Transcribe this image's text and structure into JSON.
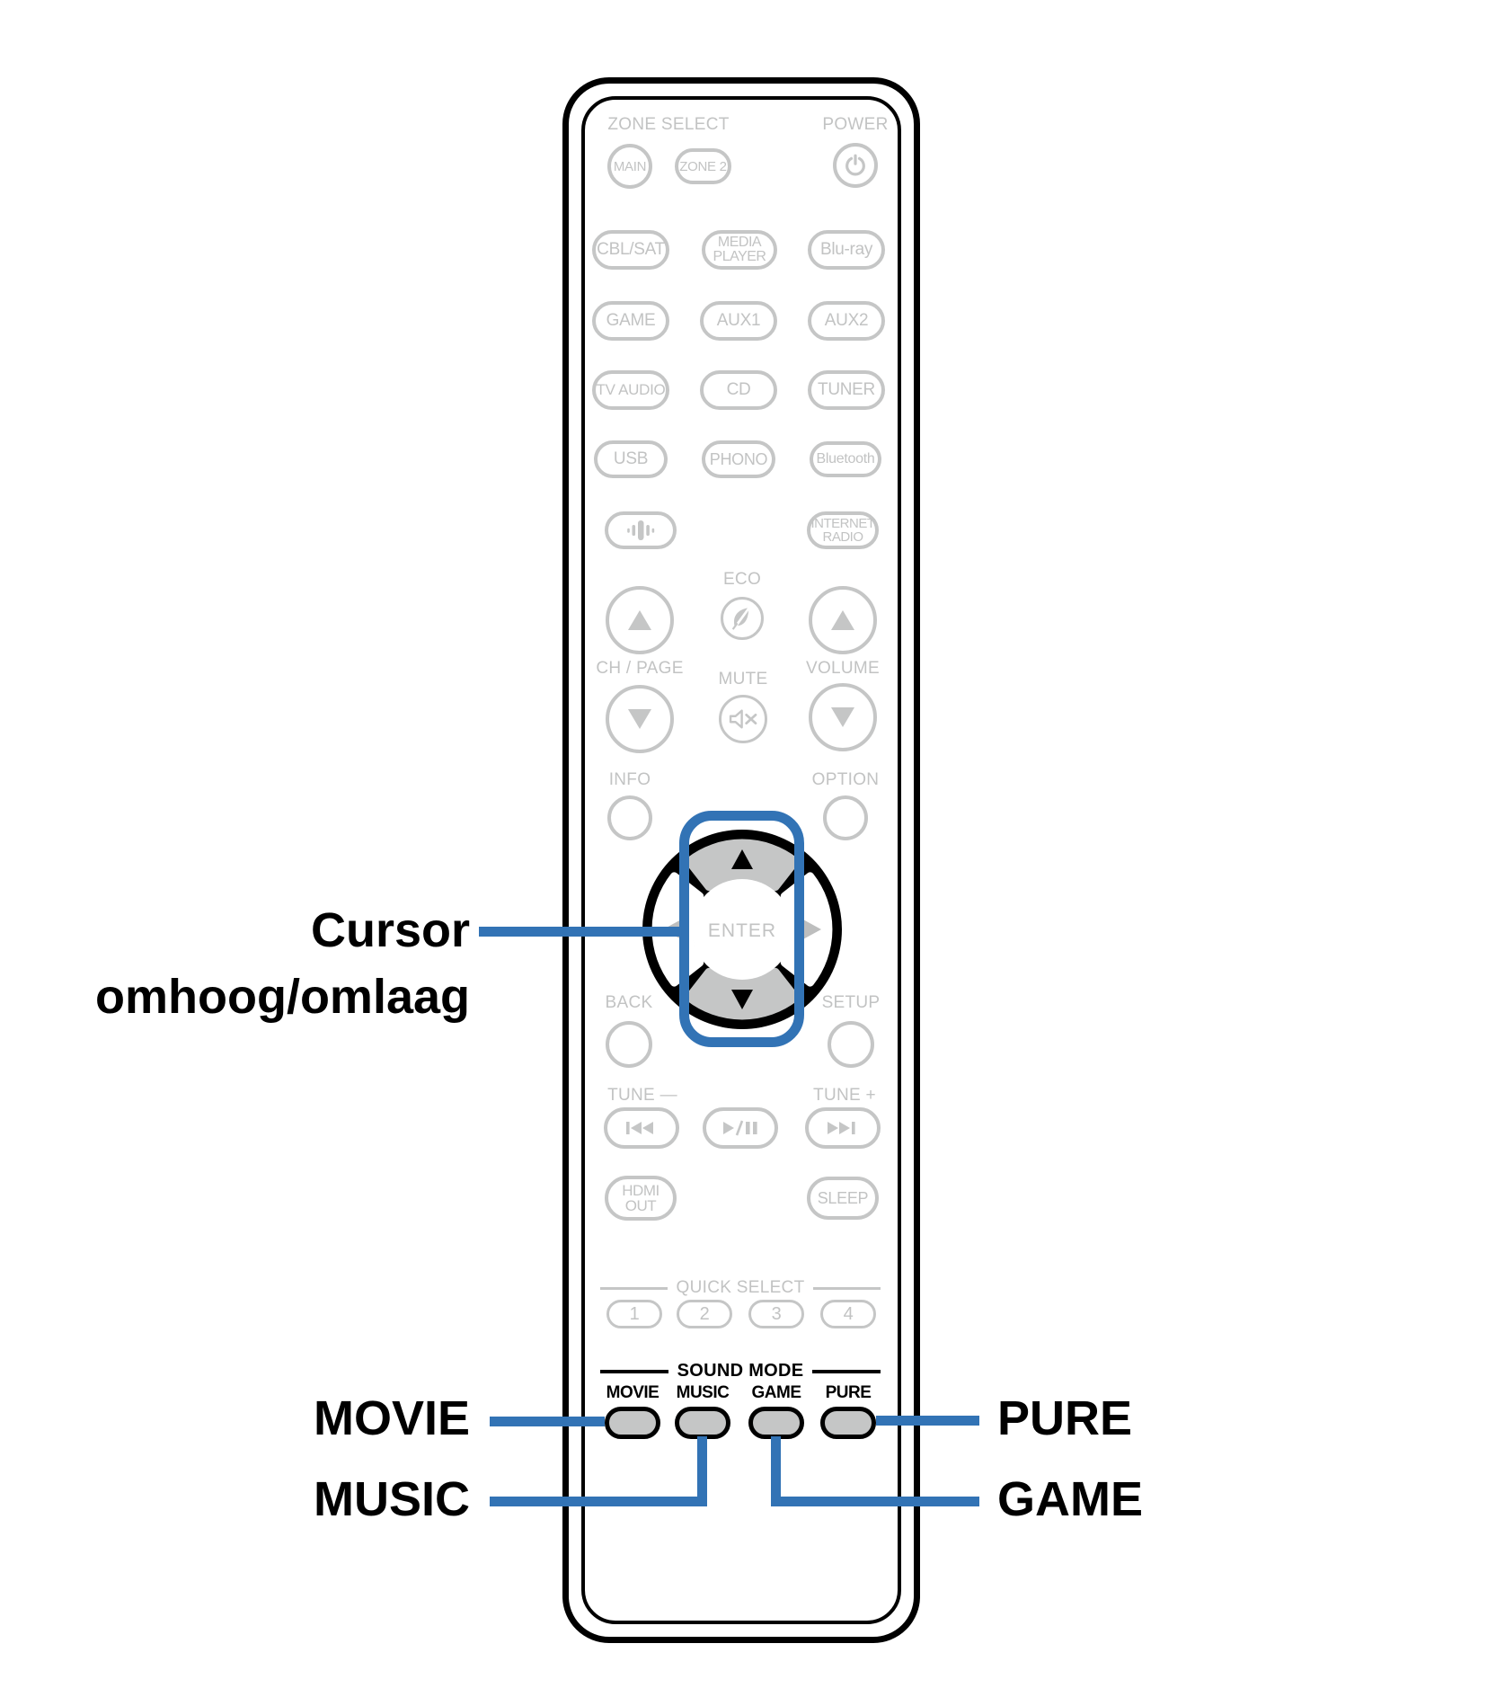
{
  "colors": {
    "accent_blue": "#3273b5",
    "control_gray": "#c5c6c6",
    "highlight_button_fill": "#c5c6c6",
    "outline_black": "#000000"
  },
  "callouts": {
    "cursor_line1": "Cursor",
    "cursor_line2": "omhoog/omlaag",
    "movie": "MOVIE",
    "music": "MUSIC",
    "pure": "PURE",
    "game": "GAME"
  },
  "remote": {
    "zone_select": "ZONE SELECT",
    "power": "POWER",
    "main": "MAIN",
    "zone2": "ZONE 2",
    "cbl_sat": "CBL/SAT",
    "media_player_1": "MEDIA",
    "media_player_2": "PLAYER",
    "blu_ray": "Blu-ray",
    "game": "GAME",
    "aux1": "AUX1",
    "aux2": "AUX2",
    "tv_audio": "TV AUDIO",
    "cd": "CD",
    "tuner": "TUNER",
    "usb": "USB",
    "phono": "PHONO",
    "bluetooth": "Bluetooth",
    "internet_radio_1": "INTERNET",
    "internet_radio_2": "RADIO",
    "eco": "ECO",
    "ch_page": "CH / PAGE",
    "mute": "MUTE",
    "volume": "VOLUME",
    "info": "INFO",
    "option": "OPTION",
    "enter": "ENTER",
    "back": "BACK",
    "setup": "SETUP",
    "tune_minus": "TUNE —",
    "tune_plus": "TUNE +",
    "hdmi_1": "HDMI",
    "hdmi_2": "OUT",
    "sleep": "SLEEP",
    "quick_select": "QUICK SELECT",
    "qs1": "1",
    "qs2": "2",
    "qs3": "3",
    "qs4": "4",
    "sound_mode": "SOUND MODE",
    "sm_movie": "MOVIE",
    "sm_music": "MUSIC",
    "sm_game": "GAME",
    "sm_pure": "PURE"
  }
}
